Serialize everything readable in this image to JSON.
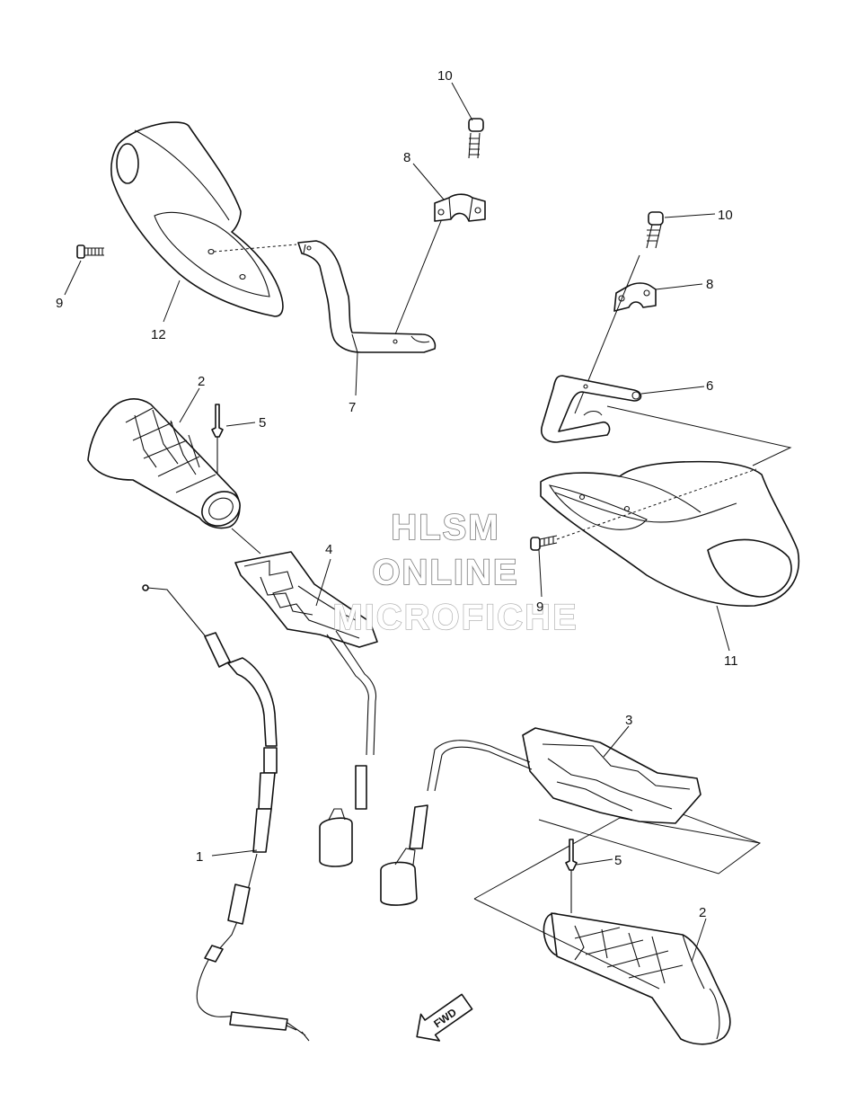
{
  "labels": {
    "p1": "1",
    "p2_left": "2",
    "p2_right": "2",
    "p3": "3",
    "p4": "4",
    "p5_left": "5",
    "p5_right": "5",
    "p6": "6",
    "p7": "7",
    "p8_left": "8",
    "p8_right": "8",
    "p9_left": "9",
    "p9_right": "9",
    "p10_left": "10",
    "p10_right": "10",
    "p11": "11",
    "p12": "12"
  },
  "watermark": {
    "line1": "HLSM",
    "line2": "ONLINE",
    "line3": "MICROFICHE"
  },
  "fwd_label": "FWD"
}
